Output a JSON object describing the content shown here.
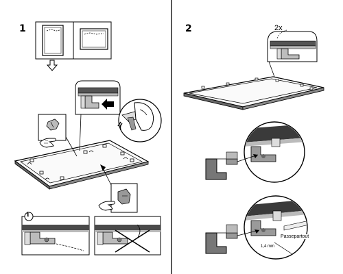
{
  "steps": [
    {
      "number": "1"
    },
    {
      "number": "2"
    }
  ],
  "repeat_label": "2x",
  "info_icon_glyph": "i",
  "passepartout_label": "Passepartout",
  "thickness_label": "1,4 mm",
  "colors": {
    "line": "#000000",
    "frame_dark": "#3a3a3a",
    "frame_mid": "#8a8a8a",
    "fill_light": "#eeeeee",
    "clip_gray": "#9a9a9a",
    "white": "#ffffff"
  },
  "icons": [
    "arrow-down-icon",
    "push-arrow-icon",
    "hand-icon",
    "info-icon",
    "cross-out-icon",
    "magnifier-callout-icon"
  ]
}
